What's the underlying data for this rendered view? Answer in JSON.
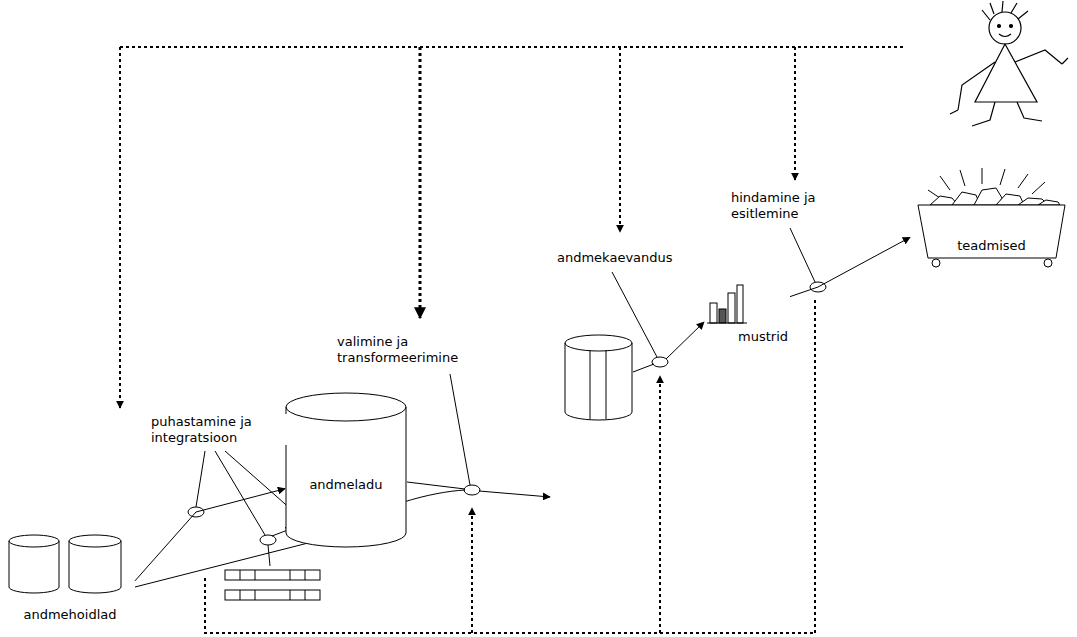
{
  "diagram": {
    "nodes": [
      {
        "text": [
          "andmehoidlad"
        ]
      },
      {
        "text": [
          "andmeladu"
        ]
      },
      {
        "text": [
          "mustrid"
        ]
      },
      {
        "text": [
          "teadmised"
        ]
      }
    ],
    "edges": [
      {
        "from": 0,
        "to": 1,
        "arrow": "to"
      },
      {
        "from": 2,
        "to": 3,
        "arrow": "to"
      }
    ],
    "labels": [
      "puhastamine ja integratsioon",
      "valimine ja transformeerimine",
      "andmekaevandus",
      "hindamine ja esitlemine"
    ]
  }
}
